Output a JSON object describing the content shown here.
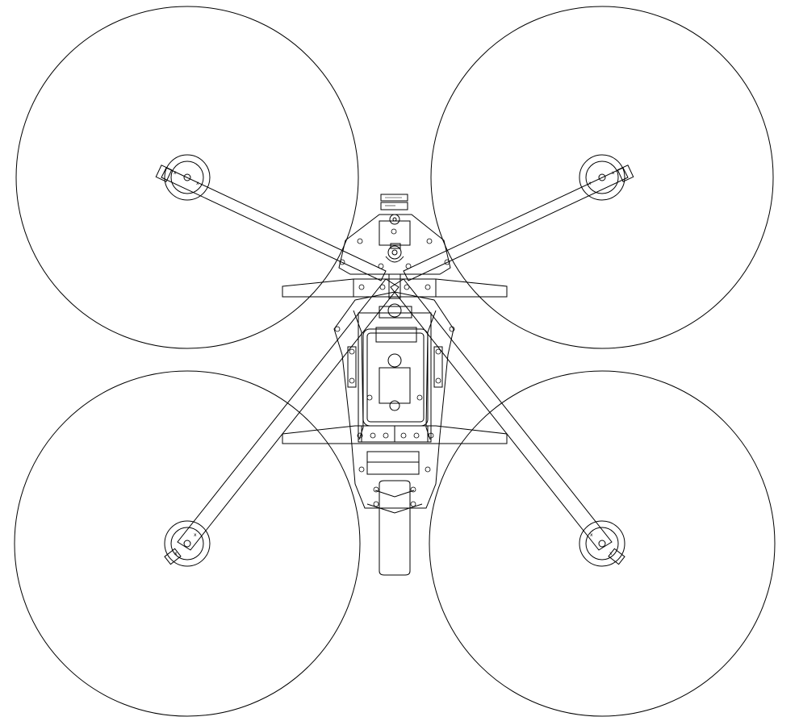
{
  "drawing": {
    "type": "quadcopter-top-view-cad",
    "line_color": "#000000",
    "background": "#ffffff",
    "rotor_count": 4,
    "rotors": [
      "front-left",
      "front-right",
      "rear-left",
      "rear-right"
    ]
  }
}
